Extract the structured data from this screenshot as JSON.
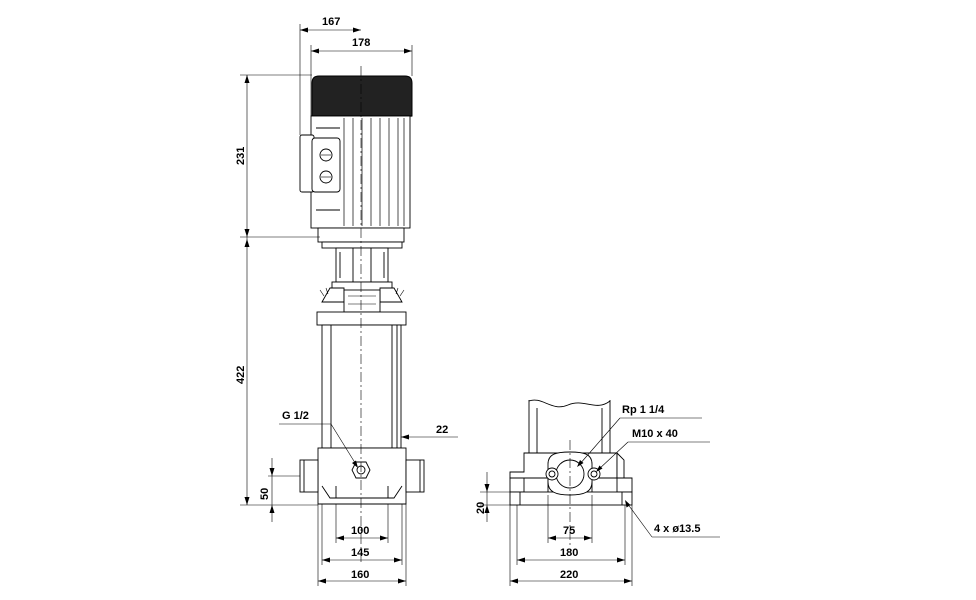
{
  "drawing": {
    "dimensions": {
      "d167": "167",
      "d178": "178",
      "d231": "231",
      "d422": "422",
      "d22": "22",
      "d50": "50",
      "d100": "100",
      "d145": "145",
      "d160": "160",
      "d20": "20",
      "d75": "75",
      "d180": "180",
      "d220": "220"
    },
    "labels": {
      "drain_plug": "G 1/2",
      "port_thread": "Rp 1 1/4",
      "flange_bolt": "M10 x 40",
      "mount_holes": "4 x ø13.5"
    }
  }
}
